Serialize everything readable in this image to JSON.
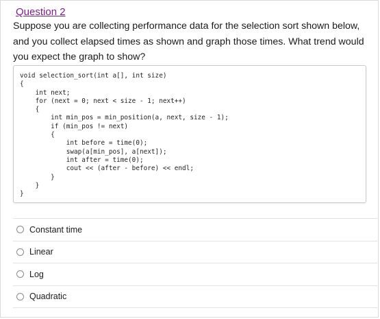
{
  "question": {
    "title": "Question 2",
    "text": "Suppose you are collecting performance data for the selection sort shown below, and you collect elapsed times as shown and graph those times. What trend would you expect the graph to show?"
  },
  "code": {
    "lines": [
      "void selection_sort(int a[], int size)",
      "{",
      "    int next;",
      "    for (next = 0; next < size - 1; next++)",
      "    {",
      "        int min_pos = min_position(a, next, size - 1);",
      "        if (min_pos != next)",
      "        {",
      "            int before = time(0);",
      "            swap(a[min_pos], a[next]);",
      "            int after = time(0);",
      "            cout << (after - before) << endl;",
      "        }",
      "    }",
      "}"
    ]
  },
  "answers": [
    {
      "label": "Constant time"
    },
    {
      "label": "Linear"
    },
    {
      "label": "Log"
    },
    {
      "label": "Quadratic"
    }
  ],
  "colors": {
    "title_link": "#7a1f88",
    "text": "#1a1a1a",
    "border": "#d9d9d9",
    "separator": "#e2e2e2"
  }
}
